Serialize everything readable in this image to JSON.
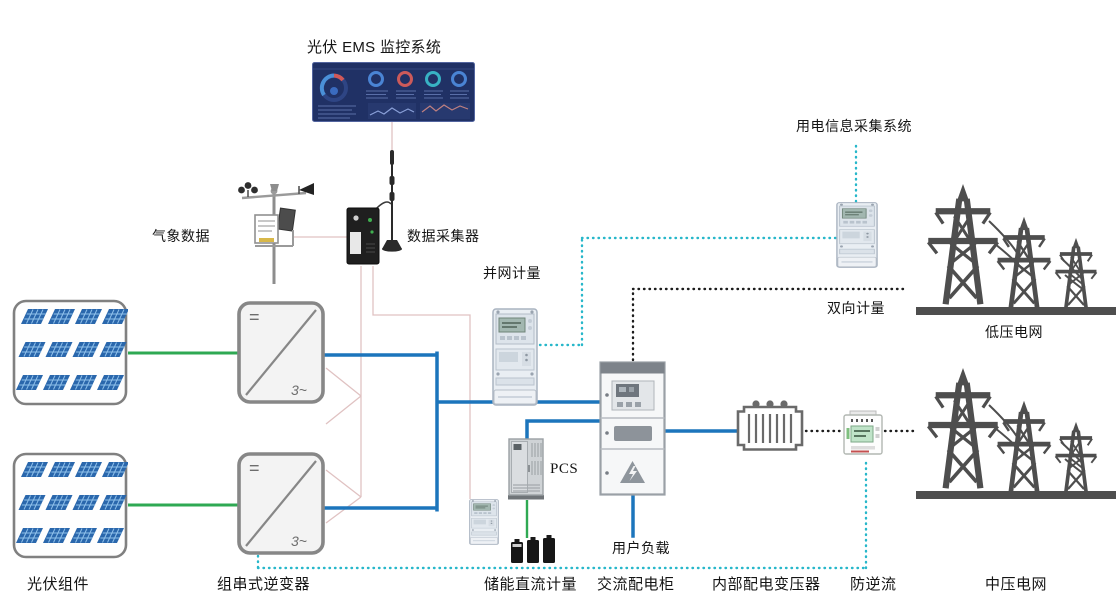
{
  "title": "光伏 EMS 监控系统",
  "labels": {
    "weather": "气象数据",
    "collector": "数据采集器",
    "grid_meter": "并网计量",
    "power_info_system": "用电信息采集系统",
    "bidirectional_meter": "双向计量",
    "lv_grid": "低压电网",
    "pcs": "PCS",
    "user_load": "用户负载",
    "pv_modules": "光伏组件",
    "string_inverter": "组串式逆变器",
    "storage_dc_meter": "储能直流计量",
    "ac_cabinet": "交流配电柜",
    "internal_transformer": "内部配电变压器",
    "anti_backflow": "防逆流",
    "mv_grid": "中压电网"
  },
  "glyphs": {
    "inverter_dc": "=",
    "inverter_ac": "3~"
  },
  "colors": {
    "power_ac_line": "#1c75bc",
    "power_dc_line": "#2fa953",
    "metering_dotted": "#27b7ca",
    "bidirectional_dotted": "#1c1c1c",
    "comm_line": "#e0c2c2",
    "tower_gray": "#4e4e4e",
    "dashboard_navy": "#203165"
  },
  "connections": [
    {
      "from": "pv-array-1",
      "to": "inverter-1",
      "type": "dc-power"
    },
    {
      "from": "pv-array-2",
      "to": "inverter-2",
      "type": "dc-power"
    },
    {
      "from": "inverters",
      "to": "ac-distribution-cabinet",
      "type": "ac-power"
    },
    {
      "from": "pcs",
      "to": "ac-distribution-cabinet",
      "type": "ac-power"
    },
    {
      "from": "pcs",
      "to": "battery",
      "type": "dc-power"
    },
    {
      "from": "ac-distribution-cabinet",
      "to": "user-load",
      "type": "ac-power"
    },
    {
      "from": "ac-distribution-cabinet",
      "to": "internal-transformer",
      "type": "ac-power"
    },
    {
      "from": "weather-station",
      "to": "data-collector",
      "type": "comm"
    },
    {
      "from": "inverters",
      "to": "data-collector",
      "type": "comm"
    },
    {
      "from": "storage-dc-meter",
      "to": "data-collector",
      "type": "comm"
    },
    {
      "from": "grid-meter",
      "to": "power-info-collection-meter",
      "type": "metering"
    },
    {
      "from": "anti-backflow-monitor",
      "to": "string-inverter",
      "type": "metering"
    },
    {
      "from": "ac-distribution-cabinet",
      "to": "lv-grid",
      "type": "bidirectional-metering"
    },
    {
      "from": "internal-transformer",
      "to": "mv-grid",
      "type": "anti-backflow-link"
    }
  ]
}
